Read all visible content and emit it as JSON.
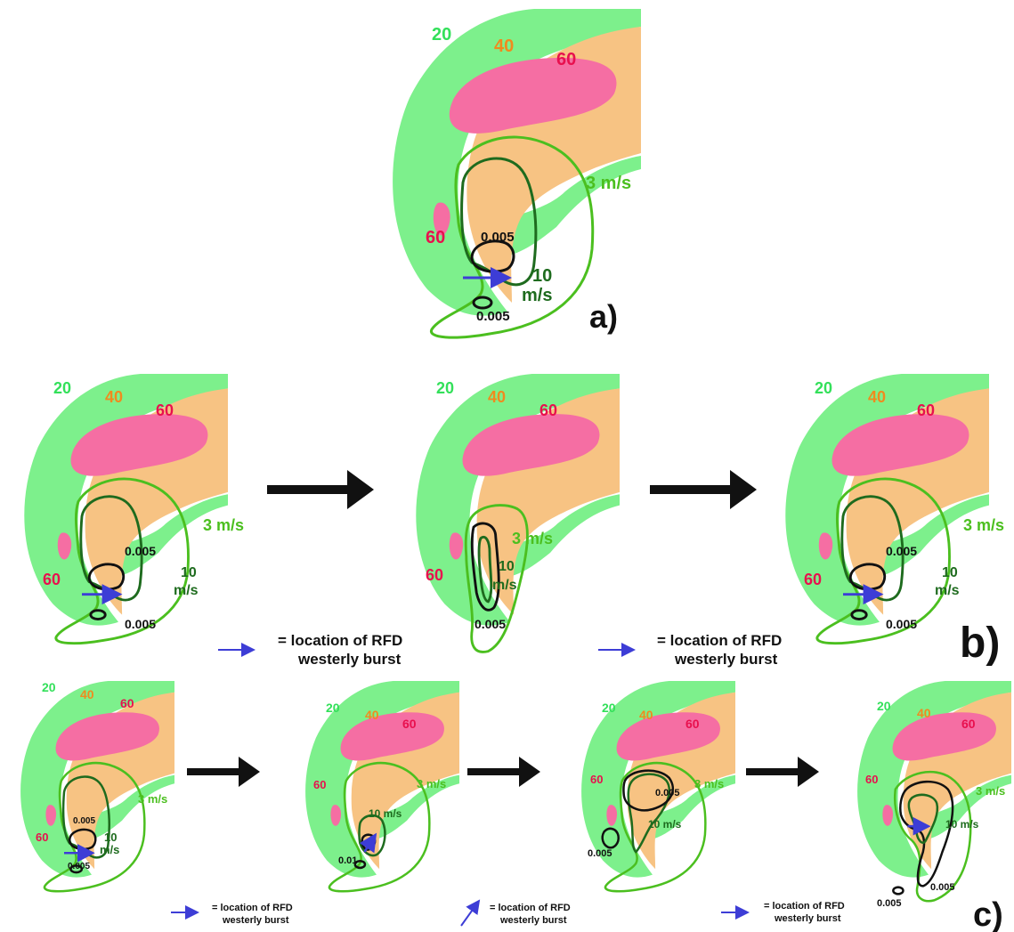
{
  "panels": {
    "a": {
      "tag": "a)"
    },
    "b": {
      "tag": "b)"
    },
    "c": {
      "tag": "c)"
    }
  },
  "labels": {
    "z20": "20",
    "z40": "40",
    "z60": "60",
    "wind3": "3 m/s",
    "wind10_num": "10",
    "wind10_unit": "m/s",
    "wind10_inline": "10 m/s",
    "v005": "0.005",
    "v001": "0.01"
  },
  "legend": {
    "line1": "= location of RFD",
    "line2": "westerly burst"
  },
  "colors": {
    "reflectivity_20": "#7df08c",
    "reflectivity_40": "#f7c383",
    "reflectivity_60": "#f56ea3",
    "wind_3": "#4bbf1f",
    "wind_10": "#1e6b1e",
    "vorticity": "#111111",
    "burst_arrow": "#3d3dd6"
  }
}
